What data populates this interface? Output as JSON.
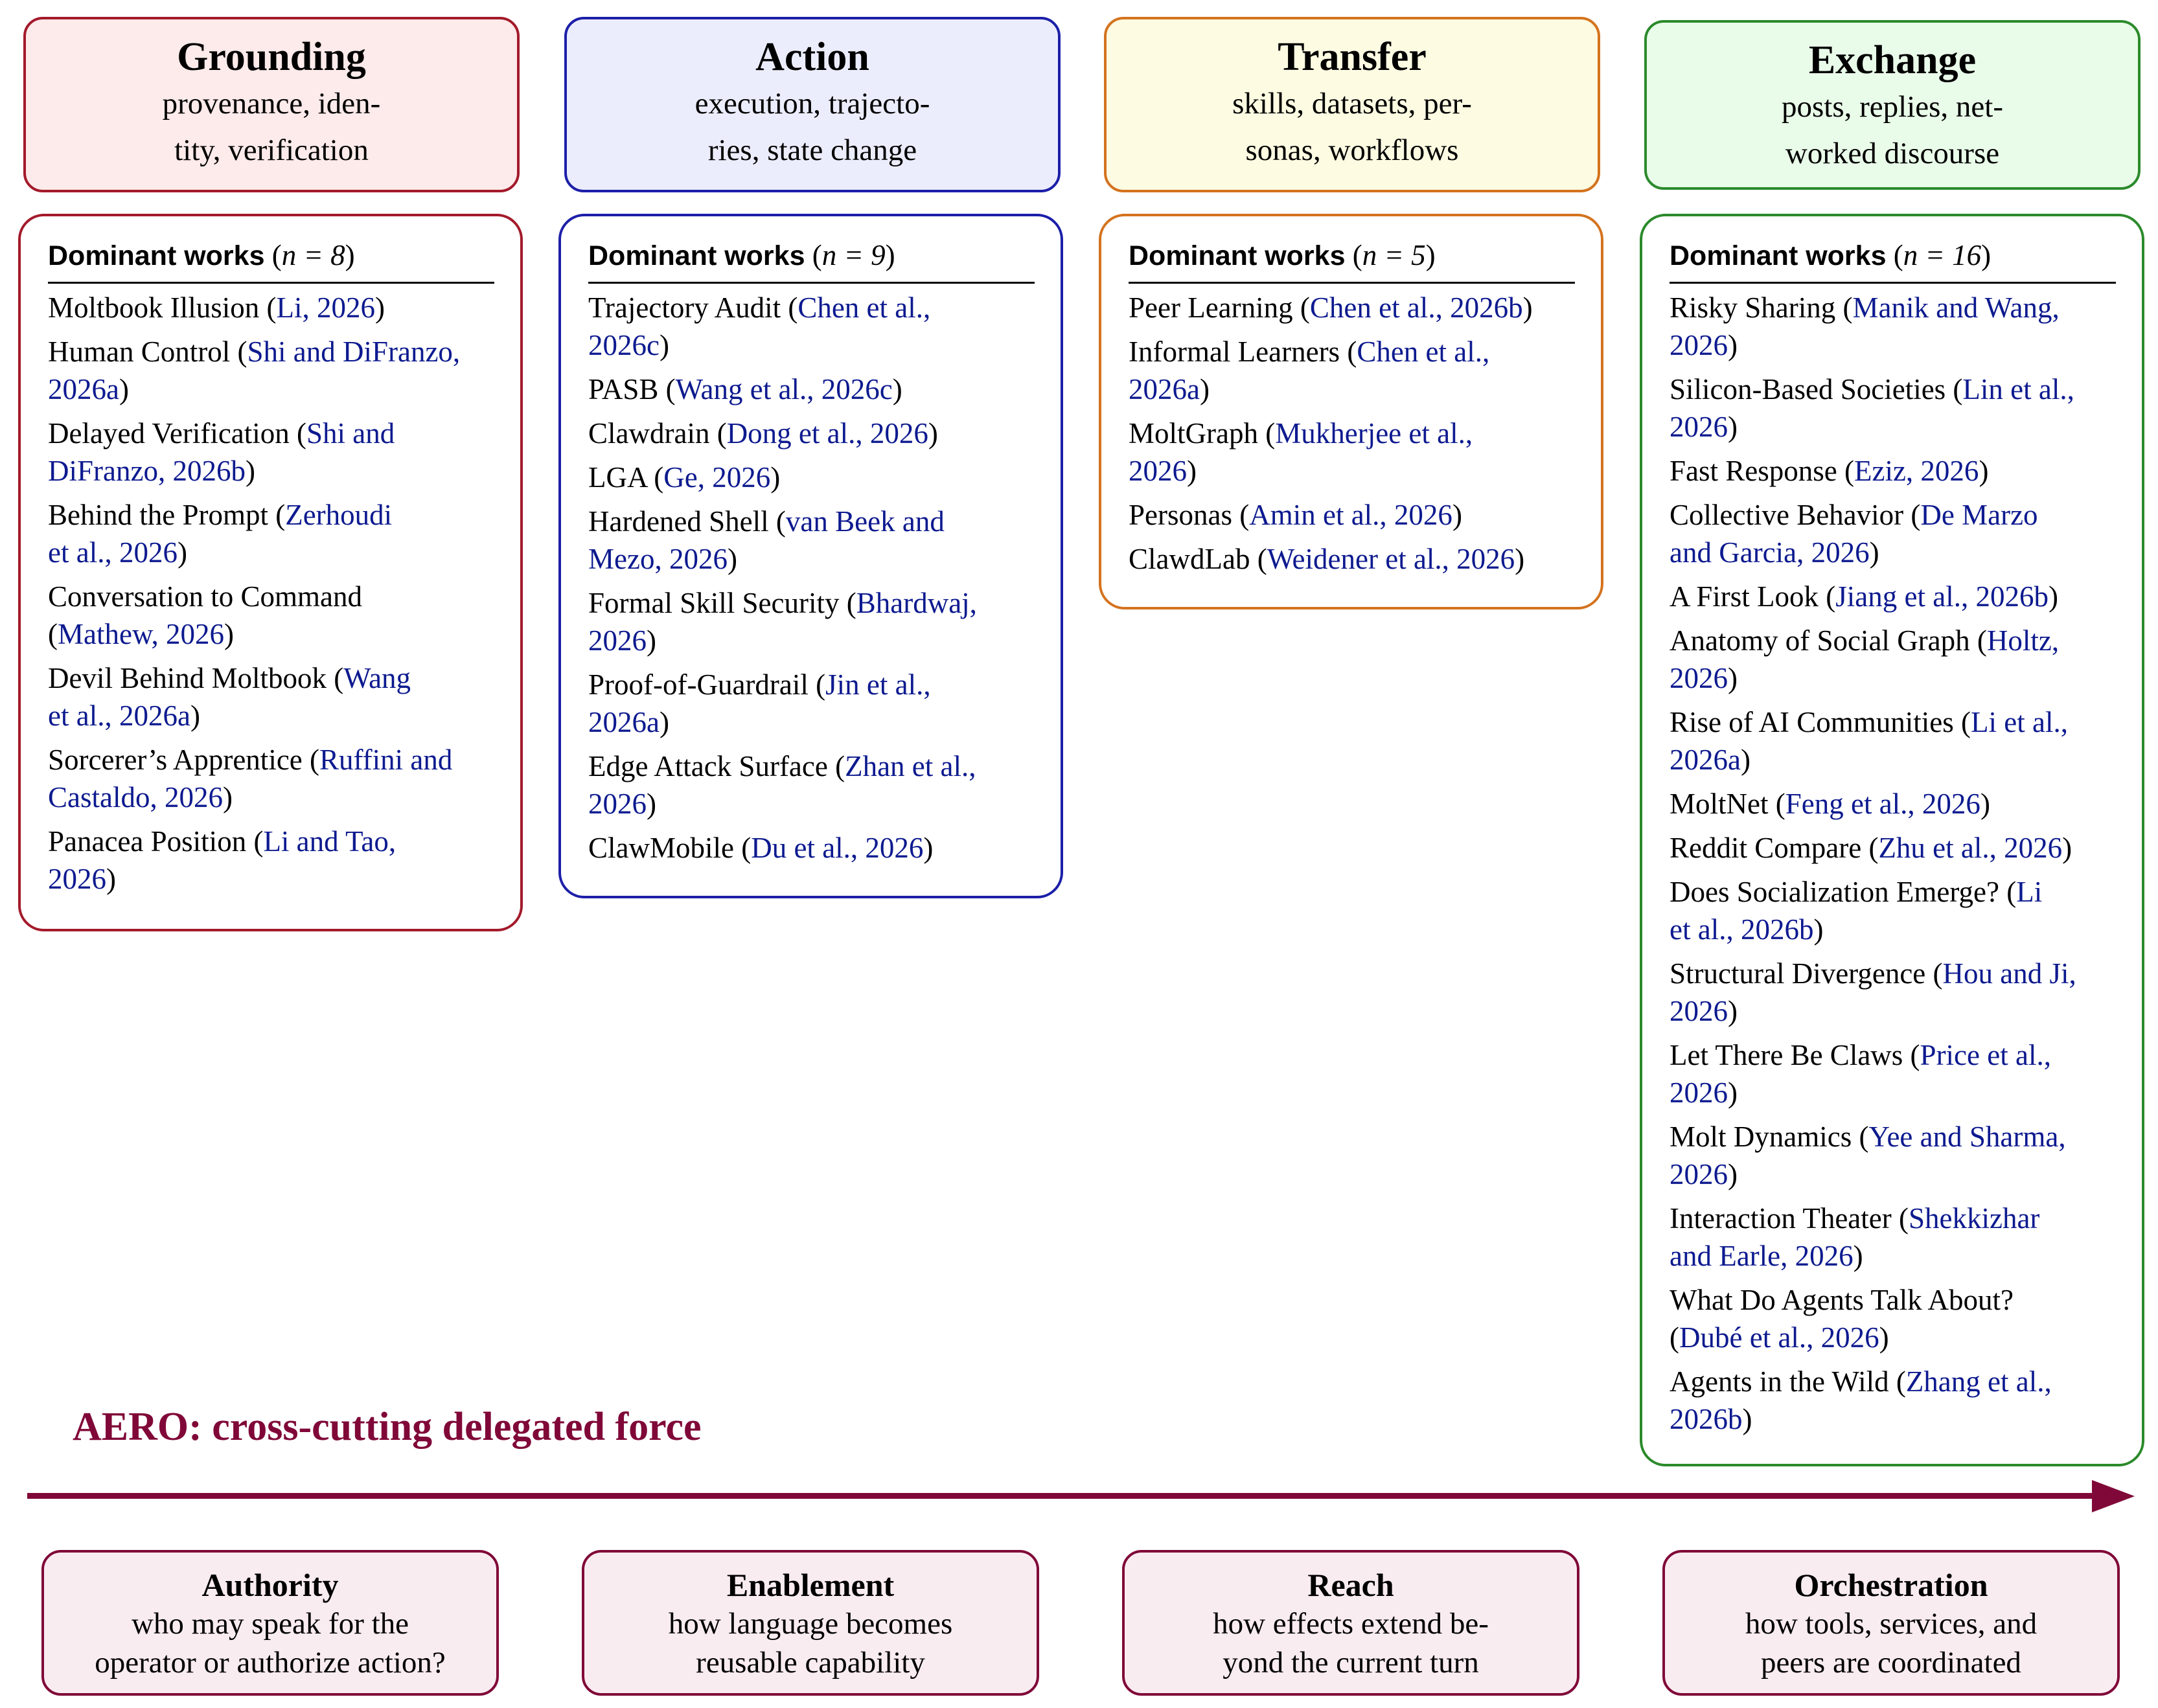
{
  "columns": [
    {
      "title": "Grounding",
      "subtitle_lines": [
        "provenance, iden-",
        "tity, verification"
      ],
      "works_label": "Dominant works",
      "n": "n = 8",
      "entries": [
        {
          "lines": [
            {
              "text": "Moltbook Illusion (",
              "cite": "Li, 2026",
              "end": ")"
            }
          ]
        },
        {
          "lines": [
            {
              "text": "Human Control (",
              "cite": "Shi and DiFranzo,",
              "end": ""
            },
            {
              "text": "",
              "cite": "2026a",
              "end": ")"
            }
          ]
        },
        {
          "lines": [
            {
              "text": "Delayed Verification (",
              "cite": "Shi and",
              "end": ""
            },
            {
              "text": "",
              "cite": "DiFranzo, 2026b",
              "end": ")"
            }
          ]
        },
        {
          "lines": [
            {
              "text": "Behind the Prompt (",
              "cite": "Zerhoudi",
              "end": ""
            },
            {
              "text": "",
              "cite": "et al., 2026",
              "end": ")"
            }
          ]
        },
        {
          "lines": [
            {
              "text": "Conversation to Command",
              "cite": "",
              "end": ""
            },
            {
              "text": "(",
              "cite": "Mathew, 2026",
              "end": ")"
            }
          ]
        },
        {
          "lines": [
            {
              "text": "Devil Behind Moltbook (",
              "cite": "Wang",
              "end": ""
            },
            {
              "text": "",
              "cite": "et al., 2026a",
              "end": ")"
            }
          ]
        },
        {
          "lines": [
            {
              "text": "Sorcerer’s Apprentice (",
              "cite": "Ruffini and",
              "end": ""
            },
            {
              "text": "",
              "cite": "Castaldo, 2026",
              "end": ")"
            }
          ]
        },
        {
          "lines": [
            {
              "text": "Panacea Position (",
              "cite": "Li and Tao,",
              "end": ""
            },
            {
              "text": "",
              "cite": "2026",
              "end": ")"
            }
          ]
        }
      ]
    },
    {
      "title": "Action",
      "subtitle_lines": [
        "execution, trajecto-",
        "ries, state change"
      ],
      "works_label": "Dominant works",
      "n": "n = 9",
      "entries": [
        {
          "lines": [
            {
              "text": "Trajectory Audit (",
              "cite": "Chen et al.,",
              "end": ""
            },
            {
              "text": "",
              "cite": "2026c",
              "end": ")"
            }
          ]
        },
        {
          "lines": [
            {
              "text": "PASB (",
              "cite": "Wang et al., 2026c",
              "end": ")"
            }
          ]
        },
        {
          "lines": [
            {
              "text": "Clawdrain (",
              "cite": "Dong et al., 2026",
              "end": ")"
            }
          ]
        },
        {
          "lines": [
            {
              "text": "LGA (",
              "cite": "Ge, 2026",
              "end": ")"
            }
          ]
        },
        {
          "lines": [
            {
              "text": "Hardened Shell (",
              "cite": "van Beek and",
              "end": ""
            },
            {
              "text": "",
              "cite": "Mezo, 2026",
              "end": ")"
            }
          ]
        },
        {
          "lines": [
            {
              "text": "Formal Skill Security (",
              "cite": "Bhardwaj,",
              "end": ""
            },
            {
              "text": "",
              "cite": "2026",
              "end": ")"
            }
          ]
        },
        {
          "lines": [
            {
              "text": "Proof-of-Guardrail (",
              "cite": "Jin et al.,",
              "end": ""
            },
            {
              "text": "",
              "cite": "2026a",
              "end": ")"
            }
          ]
        },
        {
          "lines": [
            {
              "text": "Edge Attack Surface (",
              "cite": "Zhan et al.,",
              "end": ""
            },
            {
              "text": "",
              "cite": "2026",
              "end": ")"
            }
          ]
        },
        {
          "lines": [
            {
              "text": "ClawMobile (",
              "cite": "Du et al., 2026",
              "end": ")"
            }
          ]
        }
      ]
    },
    {
      "title": "Transfer",
      "subtitle_lines": [
        "skills, datasets, per-",
        "sonas, workflows"
      ],
      "works_label": "Dominant works",
      "n": "n = 5",
      "entries": [
        {
          "lines": [
            {
              "text": "Peer Learning (",
              "cite": "Chen et al., 2026b",
              "end": ")"
            }
          ]
        },
        {
          "lines": [
            {
              "text": "Informal Learners (",
              "cite": "Chen et al.,",
              "end": ""
            },
            {
              "text": "",
              "cite": "2026a",
              "end": ")"
            }
          ]
        },
        {
          "lines": [
            {
              "text": "MoltGraph (",
              "cite": "Mukherjee et al.,",
              "end": ""
            },
            {
              "text": "",
              "cite": "2026",
              "end": ")"
            }
          ]
        },
        {
          "lines": [
            {
              "text": "Personas (",
              "cite": "Amin et al., 2026",
              "end": ")"
            }
          ]
        },
        {
          "lines": [
            {
              "text": "ClawdLab (",
              "cite": "Weidener et al., 2026",
              "end": ")"
            }
          ]
        }
      ]
    },
    {
      "title": "Exchange",
      "subtitle_lines": [
        "posts, replies, net-",
        "worked discourse"
      ],
      "works_label": "Dominant works",
      "n": "n = 16",
      "entries": [
        {
          "lines": [
            {
              "text": "Risky Sharing (",
              "cite": "Manik and Wang,",
              "end": ""
            },
            {
              "text": "",
              "cite": "2026",
              "end": ")"
            }
          ]
        },
        {
          "lines": [
            {
              "text": "Silicon-Based Societies (",
              "cite": "Lin et al.,",
              "end": ""
            },
            {
              "text": "",
              "cite": "2026",
              "end": ")"
            }
          ]
        },
        {
          "lines": [
            {
              "text": "Fast Response (",
              "cite": "Eziz, 2026",
              "end": ")"
            }
          ]
        },
        {
          "lines": [
            {
              "text": "Collective Behavior (",
              "cite": "De Marzo",
              "end": ""
            },
            {
              "text": "",
              "cite": "and Garcia, 2026",
              "end": ")"
            }
          ]
        },
        {
          "lines": [
            {
              "text": "A First Look (",
              "cite": "Jiang et al., 2026b",
              "end": ")"
            }
          ]
        },
        {
          "lines": [
            {
              "text": "Anatomy of Social Graph (",
              "cite": "Holtz,",
              "end": ""
            },
            {
              "text": "",
              "cite": "2026",
              "end": ")"
            }
          ]
        },
        {
          "lines": [
            {
              "text": "Rise of AI Communities (",
              "cite": "Li et al.,",
              "end": ""
            },
            {
              "text": "",
              "cite": "2026a",
              "end": ")"
            }
          ]
        },
        {
          "lines": [
            {
              "text": "MoltNet (",
              "cite": "Feng et al., 2026",
              "end": ")"
            }
          ]
        },
        {
          "lines": [
            {
              "text": "Reddit Compare (",
              "cite": "Zhu et al., 2026",
              "end": ")"
            }
          ]
        },
        {
          "lines": [
            {
              "text": "Does Socialization Emerge? (",
              "cite": "Li",
              "end": ""
            },
            {
              "text": "",
              "cite": "et al., 2026b",
              "end": ")"
            }
          ]
        },
        {
          "lines": [
            {
              "text": "Structural Divergence (",
              "cite": "Hou and Ji,",
              "end": ""
            },
            {
              "text": "",
              "cite": "2026",
              "end": ")"
            }
          ]
        },
        {
          "lines": [
            {
              "text": "Let There Be Claws (",
              "cite": "Price et al.,",
              "end": ""
            },
            {
              "text": "",
              "cite": "2026",
              "end": ")"
            }
          ]
        },
        {
          "lines": [
            {
              "text": "Molt Dynamics (",
              "cite": "Yee and Sharma,",
              "end": ""
            },
            {
              "text": "",
              "cite": "2026",
              "end": ")"
            }
          ]
        },
        {
          "lines": [
            {
              "text": "Interaction Theater (",
              "cite": "Shekkizhar",
              "end": ""
            },
            {
              "text": "",
              "cite": "and Earle, 2026",
              "end": ")"
            }
          ]
        },
        {
          "lines": [
            {
              "text": "What Do Agents Talk About?",
              "cite": "",
              "end": ""
            },
            {
              "text": "(",
              "cite": "Dubé et al., 2026",
              "end": ")"
            }
          ]
        },
        {
          "lines": [
            {
              "text": "Agents in the Wild (",
              "cite": "Zhang et al.,",
              "end": ""
            },
            {
              "text": "",
              "cite": "2026b",
              "end": ")"
            }
          ]
        }
      ]
    }
  ],
  "aero_label": "AERO: cross-cutting delegated force",
  "forces": [
    {
      "title": "Authority",
      "desc_lines": [
        "who may speak for the",
        "operator or authorize action?"
      ]
    },
    {
      "title": "Enablement",
      "desc_lines": [
        "how language becomes",
        "reusable capability"
      ]
    },
    {
      "title": "Reach",
      "desc_lines": [
        "how effects extend be-",
        "yond the current turn"
      ]
    },
    {
      "title": "Orchestration",
      "desc_lines": [
        "how tools, services, and",
        "peers are coordinated"
      ]
    }
  ],
  "colors": {
    "grounding": {
      "border": "#a31a2b",
      "fill": "#fdeaea"
    },
    "action": {
      "border": "#1c1fa8",
      "fill": "#ecedfc"
    },
    "transfer": {
      "border": "#d4731e",
      "fill": "#fdfbe2"
    },
    "exchange": {
      "border": "#2b8a2b",
      "fill": "#e9fbe9"
    },
    "aero": "#800838",
    "cite": "#0d1a8f"
  }
}
